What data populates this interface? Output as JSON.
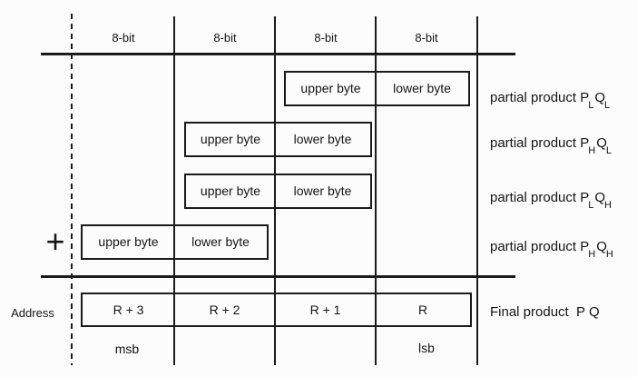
{
  "colors": {
    "background": "#fcfcfc",
    "ink": "#1b1b1b"
  },
  "top_labels": [
    "8-bit",
    "8-bit",
    "8-bit",
    "8-bit"
  ],
  "plus_sign": "+",
  "address_label": "Address",
  "msb_label": "msb",
  "lsb_label": "lsb",
  "partial_products": [
    {
      "upper": "upper byte",
      "lower": "lower byte",
      "label_prefix": "partial product ",
      "p": "P",
      "p_sub": "L",
      "q": "Q",
      "q_sub": "L"
    },
    {
      "upper": "upper byte",
      "lower": "lower byte",
      "label_prefix": "partial product ",
      "p": "P",
      "p_sub": "H",
      "q": "Q",
      "q_sub": "L"
    },
    {
      "upper": "upper byte",
      "lower": "lower byte",
      "label_prefix": "partial product ",
      "p": "P",
      "p_sub": "L",
      "q": "Q",
      "q_sub": "H"
    },
    {
      "upper": "upper byte",
      "lower": "lower byte",
      "label_prefix": "partial product ",
      "p": "P",
      "p_sub": "H",
      "q": "Q",
      "q_sub": "H"
    }
  ],
  "final_product": {
    "cells": [
      "R + 3",
      "R + 2",
      "R + 1",
      "R"
    ],
    "label": "Final product  P Q"
  }
}
